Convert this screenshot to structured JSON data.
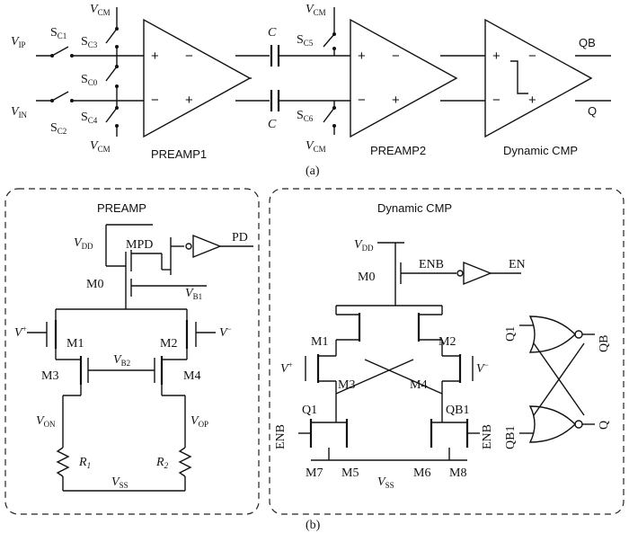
{
  "part_a": {
    "caption": "(a)",
    "inputs": {
      "vip": "V",
      "vip_sub": "IP",
      "vin": "V",
      "vin_sub": "IN"
    },
    "switches": {
      "sc1": "S",
      "sc1_sub": "C1",
      "sc2": "S",
      "sc2_sub": "C2",
      "sc3": "S",
      "sc3_sub": "C3",
      "sc0": "S",
      "sc0_sub": "C0",
      "sc4": "S",
      "sc4_sub": "C4",
      "sc5": "S",
      "sc5_sub": "C5",
      "sc6": "S",
      "sc6_sub": "C6"
    },
    "vcm": {
      "v": "V",
      "sub": "CM"
    },
    "capacitor_label": "C",
    "signs": {
      "plus": "+",
      "minus": "−"
    },
    "blocks": {
      "preamp1": "PREAMP1",
      "preamp2": "PREAMP2",
      "dynamic": "Dynamic CMP"
    },
    "outputs": {
      "qb": "QB",
      "q": "Q"
    }
  },
  "part_b": {
    "caption": "(b)",
    "preamp": {
      "title": "PREAMP",
      "vdd": "V",
      "vdd_sub": "DD",
      "mpd": "MPD",
      "pd": "PD",
      "m0": "M0",
      "vb1": "V",
      "vb1_sub": "B1",
      "vplus": "V",
      "vplus_sub": "+",
      "vminus": "V",
      "vminus_sub": "−",
      "m1": "M1",
      "m2": "M2",
      "m3": "M3",
      "m4": "M4",
      "vb2": "V",
      "vb2_sub": "B2",
      "von": "V",
      "von_sub": "ON",
      "vop": "V",
      "vop_sub": "OP",
      "r1": "R",
      "r1_sub": "1",
      "r2": "R",
      "r2_sub": "2",
      "vss": "V",
      "vss_sub": "SS"
    },
    "dynamic": {
      "title": "Dynamic CMP",
      "vdd": "V",
      "vdd_sub": "DD",
      "m0": "M0",
      "enb": "ENB",
      "en": "EN",
      "m1": "M1",
      "m2": "M2",
      "m3": "M3",
      "m4": "M4",
      "vplus": "V",
      "vplus_sub": "+",
      "vminus": "V",
      "vminus_sub": "−",
      "q1": "Q1",
      "qb1": "QB1",
      "enb_left": "ENB",
      "enb_right": "ENB",
      "m5": "M5",
      "m6": "M6",
      "m7": "M7",
      "m8": "M8",
      "vss": "V",
      "vss_sub": "SS",
      "latch_q1": "Q1",
      "latch_qb1": "QB1",
      "latch_qb": "QB",
      "latch_q": "Q"
    }
  }
}
